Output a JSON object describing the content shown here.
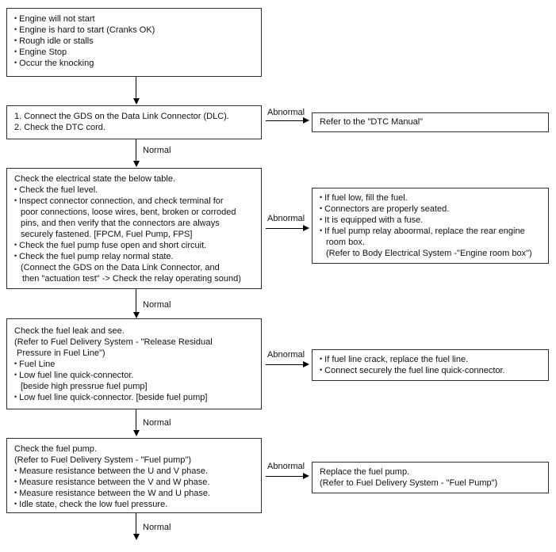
{
  "labels": {
    "normal": "Normal",
    "abnormal": "Abnormal"
  },
  "colors": {
    "box_border": "#2e2e2e",
    "arrow": "#000000",
    "text": "#111111",
    "background": "#ffffff"
  },
  "boxes": {
    "symptoms": {
      "lines": [
        {
          "k": "b",
          "t": "Engine will not start"
        },
        {
          "k": "b",
          "t": "Engine is hard to start (Cranks OK)"
        },
        {
          "k": "b",
          "t": "Rough idle or stalls"
        },
        {
          "k": "b",
          "t": "Engine Stop"
        },
        {
          "k": "b",
          "t": "Occur the knocking"
        }
      ]
    },
    "dlc_check": {
      "lines": [
        {
          "k": "p",
          "t": "1. Connect the GDS on the Data Link Connector (DLC)."
        },
        {
          "k": "p",
          "t": "2. Check the DTC cord."
        }
      ]
    },
    "electrical_check": {
      "lines": [
        {
          "k": "p",
          "t": "Check the electrical state the below table."
        },
        {
          "k": "b",
          "t": "Check the fuel level."
        },
        {
          "k": "b",
          "t": "Inspect connector connection, and check terminal for"
        },
        {
          "k": "i",
          "t": "poor connections, loose wires, bent, broken or corroded"
        },
        {
          "k": "i",
          "t": "pins, and then verify that the connectors are always"
        },
        {
          "k": "i",
          "t": "securely fastened. [FPCM, Fuel Pump, FPS]"
        },
        {
          "k": "b",
          "t": "Check the fuel pump fuse open and short circuit."
        },
        {
          "k": "b",
          "t": "Check the fuel pump relay normal state."
        },
        {
          "k": "i",
          "t": "(Connect the GDS on the Data Link Connector, and"
        },
        {
          "k": "i2",
          "t": "then \"actuation test\" -> Check the relay operating sound)"
        }
      ]
    },
    "leak_check": {
      "lines": [
        {
          "k": "p",
          "t": "Check the fuel leak and see."
        },
        {
          "k": "p",
          "t": "(Refer to Fuel Delivery System - \"Release Residual"
        },
        {
          "k": "s",
          "t": "Pressure in Fuel Line\")"
        },
        {
          "k": "b",
          "t": "Fuel Line"
        },
        {
          "k": "b",
          "t": "Low fuel line quick-connector."
        },
        {
          "k": "i",
          "t": "[beside high pressrue fuel pump]"
        },
        {
          "k": "b",
          "t": "Low fuel line quick-connector. [beside fuel pump]"
        }
      ]
    },
    "pump_check": {
      "lines": [
        {
          "k": "p",
          "t": "Check the fuel pump."
        },
        {
          "k": "p",
          "t": "(Refer to Fuel Delivery System - \"Fuel pump\")"
        },
        {
          "k": "b",
          "t": "Measure resistance between the U and V phase."
        },
        {
          "k": "b",
          "t": "Measure resistance between the V and W phase."
        },
        {
          "k": "b",
          "t": "Measure resistance between the W and U phase."
        },
        {
          "k": "b",
          "t": "Idle state, check the low fuel pressure."
        }
      ]
    },
    "ref_dtc": {
      "lines": [
        {
          "k": "p",
          "t": "Refer to the \"DTC Manual\""
        }
      ]
    },
    "fix_electrical": {
      "lines": [
        {
          "k": "b",
          "t": "If fuel low, fill the fuel."
        },
        {
          "k": "b",
          "t": "Connectors are properly seated."
        },
        {
          "k": "b",
          "t": "It is equipped with a fuse."
        },
        {
          "k": "b",
          "t": "If fuel pump relay aboormal, replace the rear engine"
        },
        {
          "k": "i",
          "t": "room box."
        },
        {
          "k": "i",
          "t": "(Refer to Body Electrical System -\"Engine room box\")"
        }
      ]
    },
    "fix_leak": {
      "lines": [
        {
          "k": "b",
          "t": "If fuel line crack, replace the fuel line."
        },
        {
          "k": "b",
          "t": "Connect securely the fuel line quick-connector."
        }
      ]
    },
    "fix_pump": {
      "lines": [
        {
          "k": "p",
          "t": "Replace the fuel pump."
        },
        {
          "k": "p",
          "t": "(Refer to Fuel Delivery System - \"Fuel Pump\")"
        }
      ]
    }
  }
}
